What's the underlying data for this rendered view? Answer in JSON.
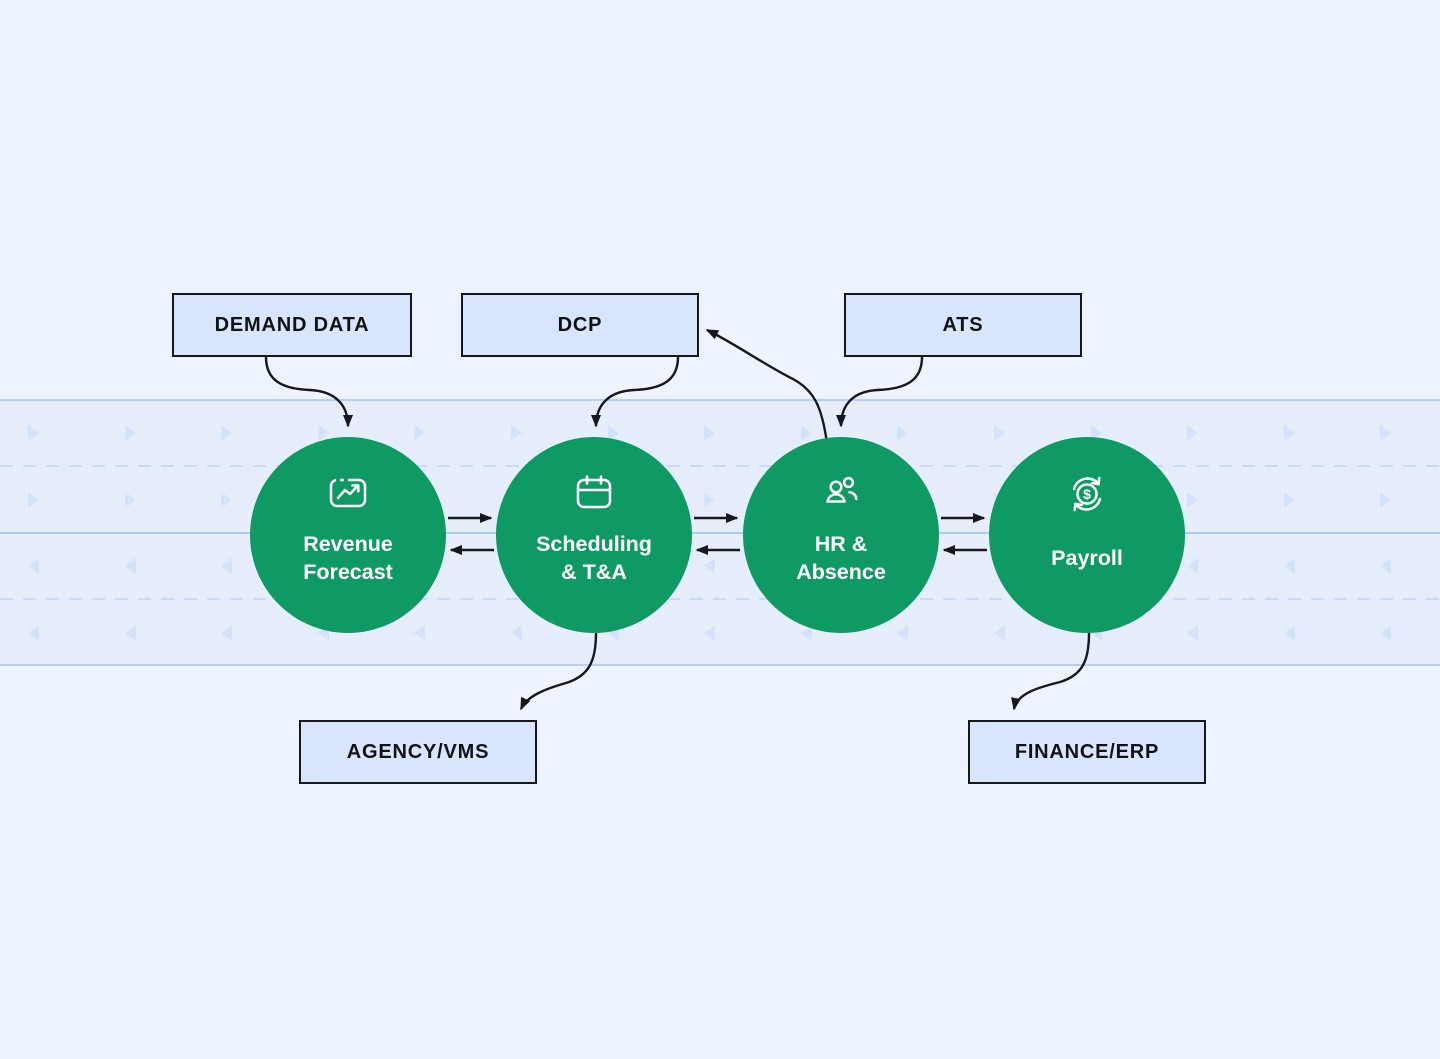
{
  "diagram": {
    "boxes": {
      "demand_data": "DEMAND DATA",
      "dcp": "DCP",
      "ats": "ATS",
      "agency_vms": "AGENCY/VMS",
      "finance_erp": "FINANCE/ERP"
    },
    "nodes": {
      "revenue_forecast": {
        "line1": "Revenue",
        "line2": "Forecast",
        "icon": "presentation-chart-icon"
      },
      "scheduling_ta": {
        "line1": "Scheduling",
        "line2": "& T&A",
        "icon": "calendar-icon"
      },
      "hr_absence": {
        "line1": "HR &",
        "line2": "Absence",
        "icon": "users-icon"
      },
      "payroll": {
        "line1": "Payroll",
        "line2": "",
        "icon": "sync-dollar-icon"
      }
    },
    "edges": [
      {
        "from": "DEMAND DATA",
        "to": "Revenue Forecast",
        "style": "curved-arrow"
      },
      {
        "from": "DCP",
        "to": "Scheduling & T&A",
        "style": "curved-arrow"
      },
      {
        "from": "ATS",
        "to": "HR & Absence",
        "style": "curved-arrow"
      },
      {
        "from": "HR & Absence",
        "to": "DCP",
        "style": "curved-arrow"
      },
      {
        "from": "Revenue Forecast",
        "to": "Scheduling & T&A",
        "style": "bidirectional"
      },
      {
        "from": "Scheduling & T&A",
        "to": "HR & Absence",
        "style": "bidirectional"
      },
      {
        "from": "HR & Absence",
        "to": "Payroll",
        "style": "bidirectional"
      },
      {
        "from": "Scheduling & T&A",
        "to": "AGENCY/VMS",
        "style": "curved-arrow"
      },
      {
        "from": "Payroll",
        "to": "FINANCE/ERP",
        "style": "curved-arrow"
      }
    ],
    "colors": {
      "background": "#EDF4FE",
      "band_background": "#E6EEFC",
      "lane_line": "#B7D2F1",
      "lane_dash": "#C8DCF7",
      "chevron": "#D3E3F9",
      "node_green": "#0F9A63",
      "node_text": "#FFFFFF",
      "box_fill": "#D8E5FB",
      "box_border": "#15171B",
      "arrow": "#16181C"
    }
  }
}
